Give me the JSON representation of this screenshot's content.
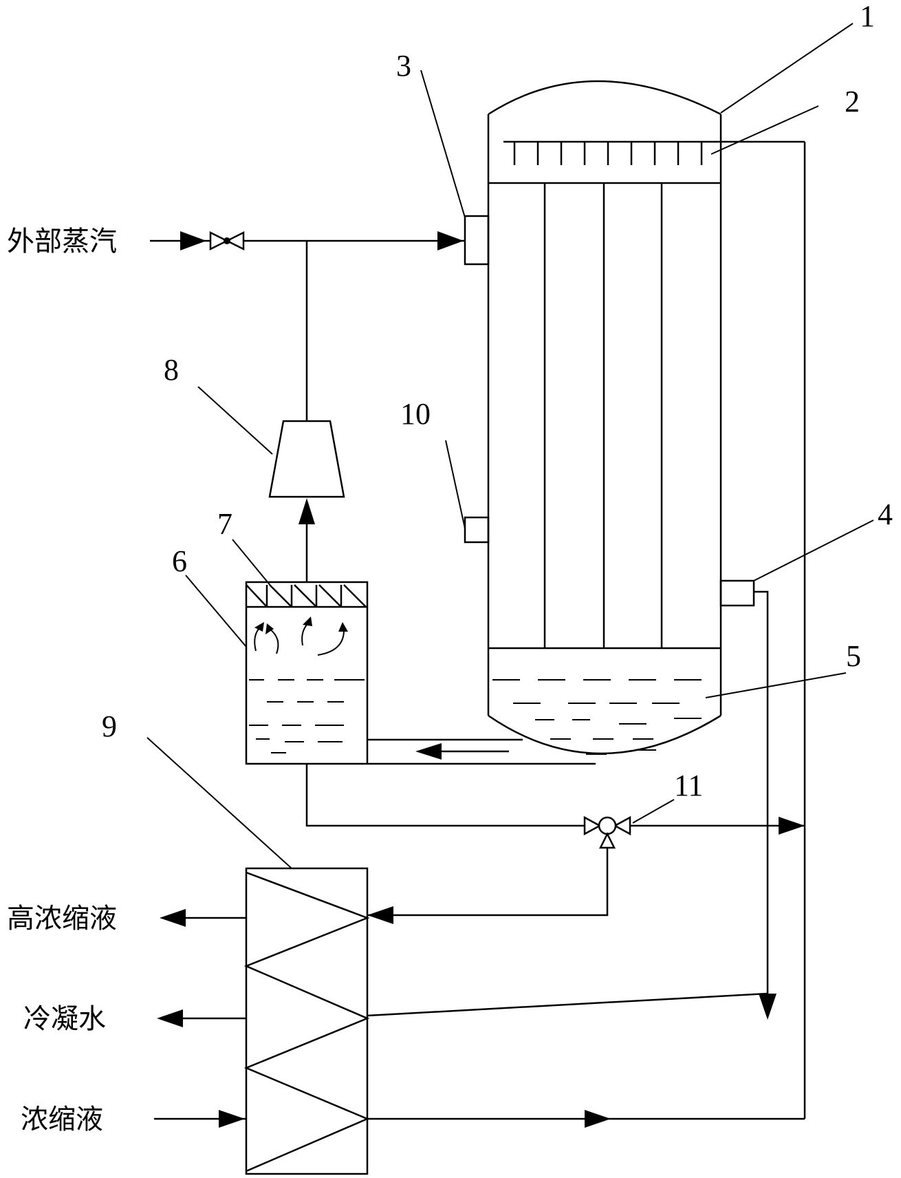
{
  "stream_labels": {
    "external_steam": "外部蒸汽",
    "high_concentrate": "高浓缩液",
    "condensate_water": "冷凝水",
    "concentrate": "浓缩液"
  },
  "component_numbers": {
    "n1": "1",
    "n2": "2",
    "n3": "3",
    "n4": "4",
    "n5": "5",
    "n6": "6",
    "n7": "7",
    "n8": "8",
    "n9": "9",
    "n10": "10",
    "n11": "11"
  }
}
